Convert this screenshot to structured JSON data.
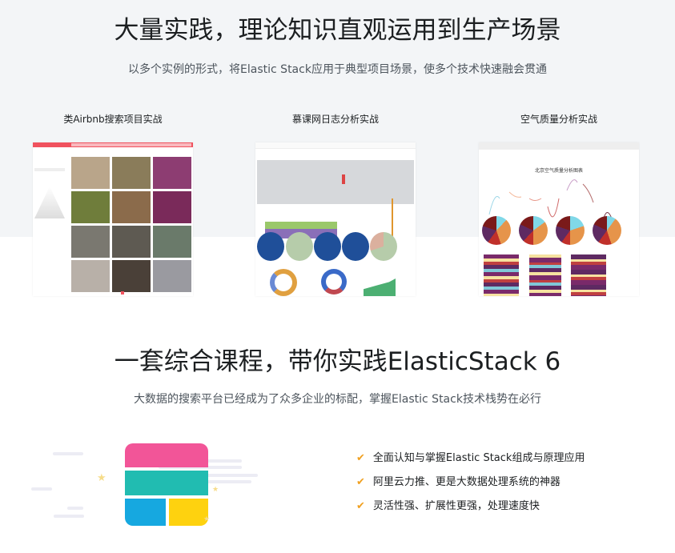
{
  "section1": {
    "title": "大量实践，理论知识直观运用到生产场景",
    "subtitle": "以多个实例的形式，将Elastic Stack应用于典型项目场景，使多个技术快速融会贯通"
  },
  "projects": [
    {
      "title": "类Airbnb搜索项目实战",
      "brand": "#f0525e"
    },
    {
      "title": "慕课网日志分析实战",
      "chart_title": ""
    },
    {
      "title": "空气质量分析实战",
      "chart_title": "北京空气质量分析图表"
    }
  ],
  "section2": {
    "title": "一套综合课程，带你实践ElasticStack 6",
    "subtitle": "大数据的搜索平台已经成为了众多企业的标配，掌握Elastic Stack技术栈势在必行"
  },
  "features": [
    "全面认知与掌握Elastic Stack组成与原理应用",
    "阿里云力推、更是大数据处理系统的神器",
    "灵活性强、扩展性更强，处理速度快"
  ],
  "colors": {
    "pink": "#f25598",
    "teal": "#21bcb1",
    "blue": "#16a8e0",
    "yellow": "#fed20f",
    "check": "#f0a020"
  }
}
